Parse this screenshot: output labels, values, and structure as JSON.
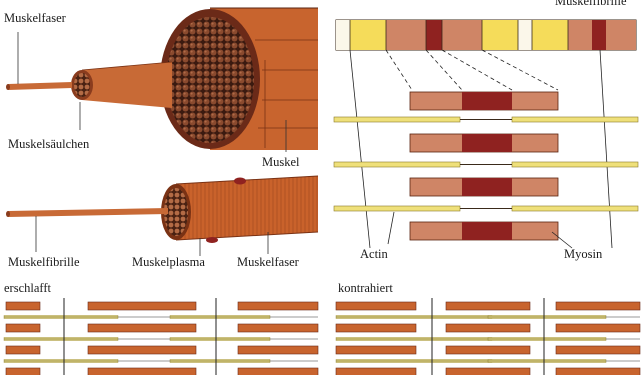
{
  "labels": {
    "muskelfaser_top": "Muskelfaser",
    "muskelsaeulchen": "Muskelsäulchen",
    "muskel": "Muskel",
    "muskelfibrille_left": "Muskelfibrille",
    "muskelplasma": "Muskelplasma",
    "muskelfaser_bottom": "Muskelfaser",
    "muskelfibrille_right": "Muskelfibrille",
    "actin": "Actin",
    "myosin": "Myosin",
    "erschlafft": "erschlafft",
    "kontrahiert": "kontrahiert"
  },
  "colors": {
    "muscle_orange": "#c8642e",
    "muscle_dark": "#6b2a18",
    "myosin_light": "#cf8566",
    "myosin_dark": "#8f2220",
    "actin_yellow": "#efe07a",
    "band_yellow": "#f5dc5a",
    "band_white": "#fbf7ea"
  }
}
